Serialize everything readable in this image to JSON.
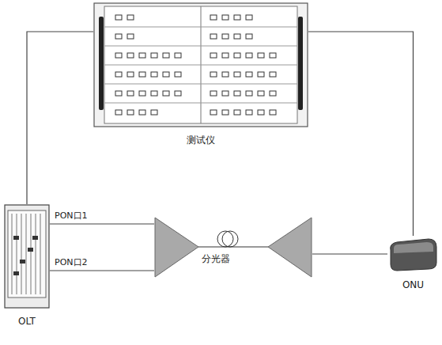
{
  "diagram": {
    "nodes": [
      {
        "text": [
          "测试仪"
        ]
      },
      {
        "text": [
          "OLT"
        ]
      },
      {
        "text": [
          "分光器"
        ]
      },
      {
        "text": [
          "ONU"
        ]
      }
    ],
    "edges": [
      {
        "from": 1,
        "to": 2,
        "label": "PON口1",
        "arrow": "none"
      },
      {
        "from": 1,
        "to": 2,
        "label": "PON口2",
        "arrow": "none"
      },
      {
        "from": 2,
        "to": 3,
        "arrow": "none"
      },
      {
        "from": 0,
        "to": 1,
        "arrow": "none"
      },
      {
        "from": 0,
        "to": 3,
        "arrow": "none"
      }
    ]
  }
}
